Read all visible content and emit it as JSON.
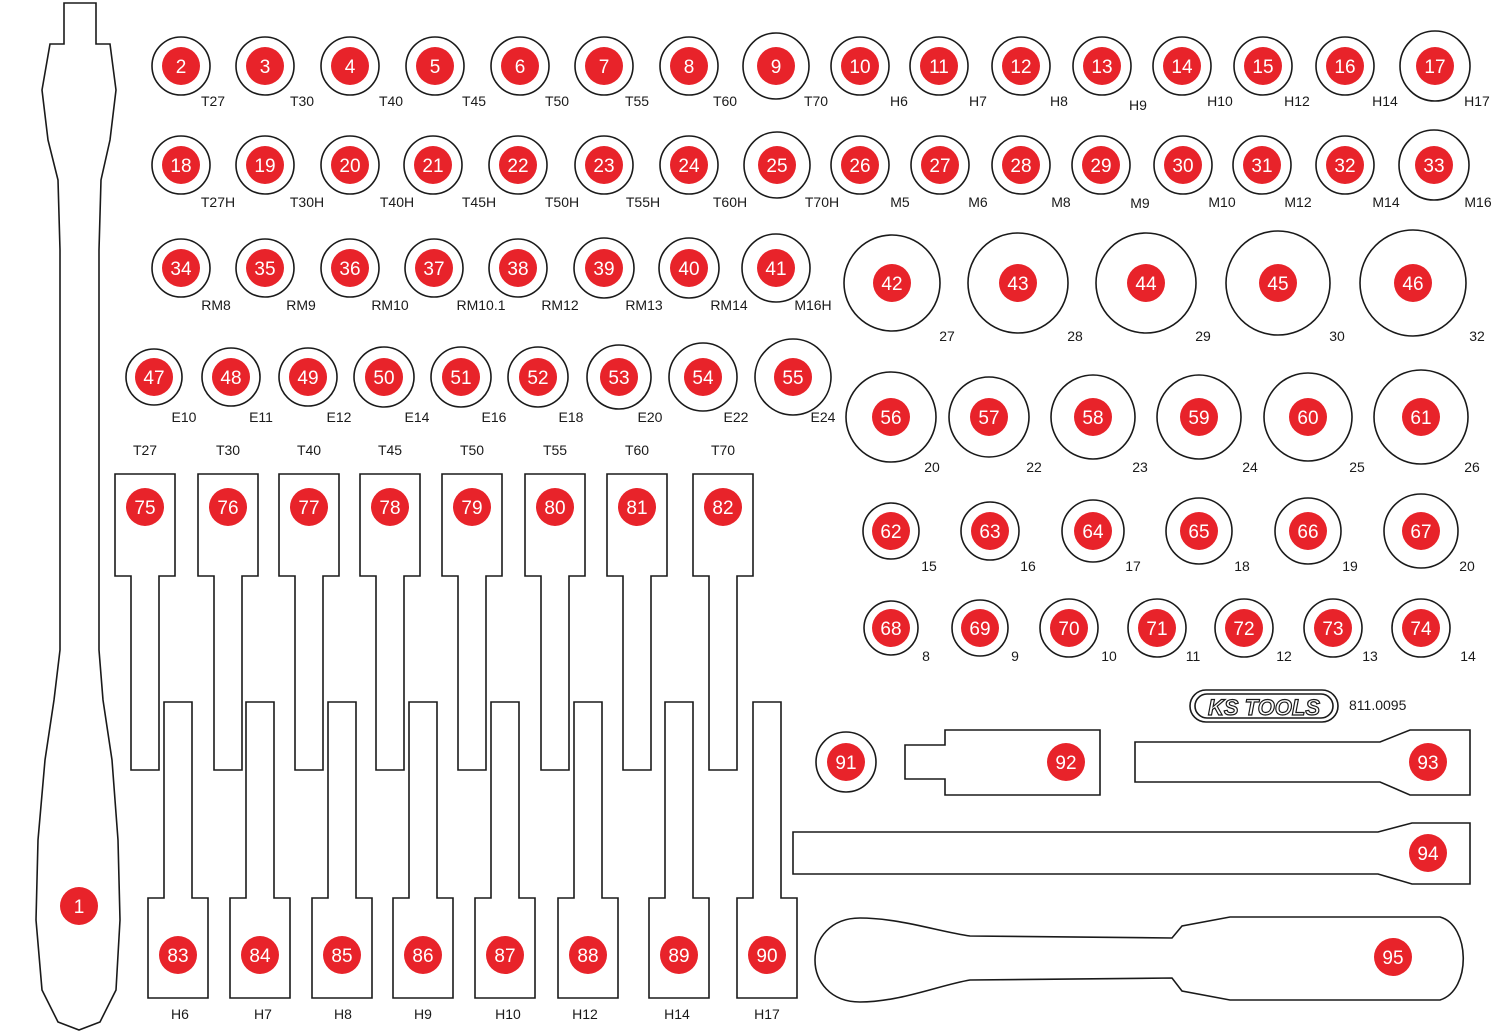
{
  "colors": {
    "badge": "#e8232a",
    "outline": "#1a1a1a",
    "background": "#ffffff"
  },
  "brand": {
    "logo_text": "KS TOOLS",
    "article_number": "811.0095"
  },
  "tools": {
    "1": {
      "number": "1",
      "label": ""
    },
    "2": {
      "number": "2",
      "label": "T27"
    },
    "3": {
      "number": "3",
      "label": "T30"
    },
    "4": {
      "number": "4",
      "label": "T40"
    },
    "5": {
      "number": "5",
      "label": "T45"
    },
    "6": {
      "number": "6",
      "label": "T50"
    },
    "7": {
      "number": "7",
      "label": "T55"
    },
    "8": {
      "number": "8",
      "label": "T60"
    },
    "9": {
      "number": "9",
      "label": "T70"
    },
    "10": {
      "number": "10",
      "label": "H6"
    },
    "11": {
      "number": "11",
      "label": "H7"
    },
    "12": {
      "number": "12",
      "label": "H8"
    },
    "13": {
      "number": "13",
      "label": "H9"
    },
    "14": {
      "number": "14",
      "label": "H10"
    },
    "15": {
      "number": "15",
      "label": "H12"
    },
    "16": {
      "number": "16",
      "label": "H14"
    },
    "17": {
      "number": "17",
      "label": "H17"
    },
    "18": {
      "number": "18",
      "label": "T27H"
    },
    "19": {
      "number": "19",
      "label": "T30H"
    },
    "20": {
      "number": "20",
      "label": "T40H"
    },
    "21": {
      "number": "21",
      "label": "T45H"
    },
    "22": {
      "number": "22",
      "label": "T50H"
    },
    "23": {
      "number": "23",
      "label": "T55H"
    },
    "24": {
      "number": "24",
      "label": "T60H"
    },
    "25": {
      "number": "25",
      "label": "T70H"
    },
    "26": {
      "number": "26",
      "label": "M5"
    },
    "27": {
      "number": "27",
      "label": "M6"
    },
    "28": {
      "number": "28",
      "label": "M8"
    },
    "29": {
      "number": "29",
      "label": "M9"
    },
    "30": {
      "number": "30",
      "label": "M10"
    },
    "31": {
      "number": "31",
      "label": "M12"
    },
    "32": {
      "number": "32",
      "label": "M14"
    },
    "33": {
      "number": "33",
      "label": "M16"
    },
    "34": {
      "number": "34",
      "label": "RM8"
    },
    "35": {
      "number": "35",
      "label": "RM9"
    },
    "36": {
      "number": "36",
      "label": "RM10"
    },
    "37": {
      "number": "37",
      "label": "RM10.1"
    },
    "38": {
      "number": "38",
      "label": "RM12"
    },
    "39": {
      "number": "39",
      "label": "RM13"
    },
    "40": {
      "number": "40",
      "label": "RM14"
    },
    "41": {
      "number": "41",
      "label": "M16H"
    },
    "42": {
      "number": "42",
      "label": "27"
    },
    "43": {
      "number": "43",
      "label": "28"
    },
    "44": {
      "number": "44",
      "label": "29"
    },
    "45": {
      "number": "45",
      "label": "30"
    },
    "46": {
      "number": "46",
      "label": "32"
    },
    "47": {
      "number": "47",
      "label": "E10"
    },
    "48": {
      "number": "48",
      "label": "E11"
    },
    "49": {
      "number": "49",
      "label": "E12"
    },
    "50": {
      "number": "50",
      "label": "E14"
    },
    "51": {
      "number": "51",
      "label": "E16"
    },
    "52": {
      "number": "52",
      "label": "E18"
    },
    "53": {
      "number": "53",
      "label": "E20"
    },
    "54": {
      "number": "54",
      "label": "E22"
    },
    "55": {
      "number": "55",
      "label": "E24"
    },
    "56": {
      "number": "56",
      "label": "20"
    },
    "57": {
      "number": "57",
      "label": "22"
    },
    "58": {
      "number": "58",
      "label": "23"
    },
    "59": {
      "number": "59",
      "label": "24"
    },
    "60": {
      "number": "60",
      "label": "25"
    },
    "61": {
      "number": "61",
      "label": "26"
    },
    "62": {
      "number": "62",
      "label": "15"
    },
    "63": {
      "number": "63",
      "label": "16"
    },
    "64": {
      "number": "64",
      "label": "17"
    },
    "65": {
      "number": "65",
      "label": "18"
    },
    "66": {
      "number": "66",
      "label": "19"
    },
    "67": {
      "number": "67",
      "label": "20"
    },
    "68": {
      "number": "68",
      "label": "8"
    },
    "69": {
      "number": "69",
      "label": "9"
    },
    "70": {
      "number": "70",
      "label": "10"
    },
    "71": {
      "number": "71",
      "label": "11"
    },
    "72": {
      "number": "72",
      "label": "12"
    },
    "73": {
      "number": "73",
      "label": "13"
    },
    "74": {
      "number": "74",
      "label": "14"
    },
    "75": {
      "number": "75",
      "label": "T27"
    },
    "76": {
      "number": "76",
      "label": "T30"
    },
    "77": {
      "number": "77",
      "label": "T40"
    },
    "78": {
      "number": "78",
      "label": "T45"
    },
    "79": {
      "number": "79",
      "label": "T50"
    },
    "80": {
      "number": "80",
      "label": "T55"
    },
    "81": {
      "number": "81",
      "label": "T60"
    },
    "82": {
      "number": "82",
      "label": "T70"
    },
    "83": {
      "number": "83",
      "label": "H6"
    },
    "84": {
      "number": "84",
      "label": "H7"
    },
    "85": {
      "number": "85",
      "label": "H8"
    },
    "86": {
      "number": "86",
      "label": "H9"
    },
    "87": {
      "number": "87",
      "label": "H10"
    },
    "88": {
      "number": "88",
      "label": "H12"
    },
    "89": {
      "number": "89",
      "label": "H14"
    },
    "90": {
      "number": "90",
      "label": "H17"
    },
    "91": {
      "number": "91",
      "label": ""
    },
    "92": {
      "number": "92",
      "label": ""
    },
    "93": {
      "number": "93",
      "label": ""
    },
    "94": {
      "number": "94",
      "label": ""
    },
    "95": {
      "number": "95",
      "label": ""
    }
  }
}
